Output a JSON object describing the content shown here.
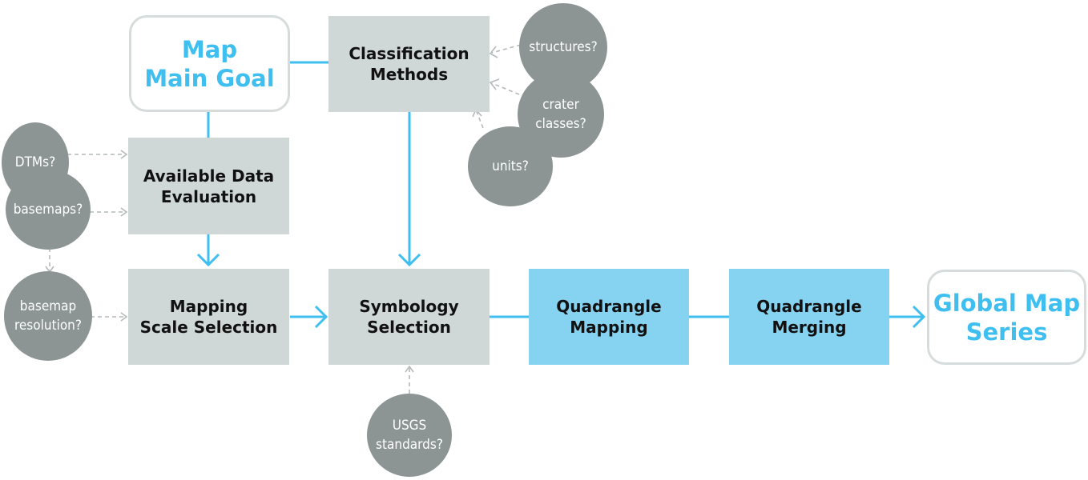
{
  "nodes": {
    "map_main_goal": {
      "lines": [
        "Map",
        "Main Goal"
      ]
    },
    "classification_methods": {
      "lines": [
        "Classification",
        "Methods"
      ]
    },
    "available_data_evaluation": {
      "lines": [
        "Available Data",
        "Evaluation"
      ]
    },
    "mapping_scale_selection": {
      "lines": [
        "Mapping",
        "Scale Selection"
      ]
    },
    "symbology_selection": {
      "lines": [
        "Symbology",
        "Selection"
      ]
    },
    "quadrangle_mapping": {
      "lines": [
        "Quadrangle",
        "Mapping"
      ]
    },
    "quadrangle_merging": {
      "lines": [
        "Quadrangle",
        "Merging"
      ]
    },
    "global_map_series": {
      "lines": [
        "Global Map",
        "Series"
      ]
    }
  },
  "questions": {
    "structures": {
      "lines": [
        "structures?"
      ]
    },
    "crater_classes": {
      "lines": [
        "crater",
        "classes?"
      ]
    },
    "units": {
      "lines": [
        "units?"
      ]
    },
    "dtms": {
      "lines": [
        "DTMs?"
      ]
    },
    "basemaps": {
      "lines": [
        "basemaps?"
      ]
    },
    "basemap_resolution": {
      "lines": [
        "basemap",
        "resolution?"
      ]
    },
    "usgs_standards": {
      "lines": [
        "USGS",
        "standards?"
      ]
    }
  },
  "colors": {
    "flow_arrow": "#3fbff0",
    "question_arrow": "#b4b9b9",
    "gray_box": "#cfd7d7",
    "blue_box": "#86d3f1",
    "question_circle": "#8c9594",
    "goal_text": "#3fbff0",
    "goal_border": "#d6dcdc"
  }
}
